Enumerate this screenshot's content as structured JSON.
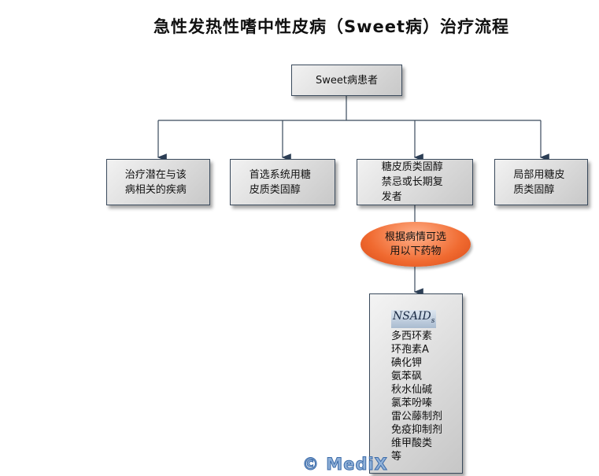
{
  "title": "急性发热性嗜中性皮病（Sweet病）治疗流程",
  "root": "Sweet病患者",
  "branches": [
    "治疗潜在与该病相关的疾病",
    "首选系统用糖皮质类固醇",
    "糖皮质类固醇禁忌或长期复发者",
    "局部用糖皮质类固醇"
  ],
  "decision": "根据病情可选用以下药物",
  "drugs": {
    "heading": "NSAID",
    "heading_sub": "s",
    "items": [
      "多西环素",
      "环孢素A",
      "碘化钾",
      "氨苯砜",
      "秋水仙碱",
      "氯苯吩嗪",
      "雷公藤制剂",
      "免疫抑制剂",
      "维甲酸类",
      "等"
    ]
  },
  "watermark": "© MediX"
}
